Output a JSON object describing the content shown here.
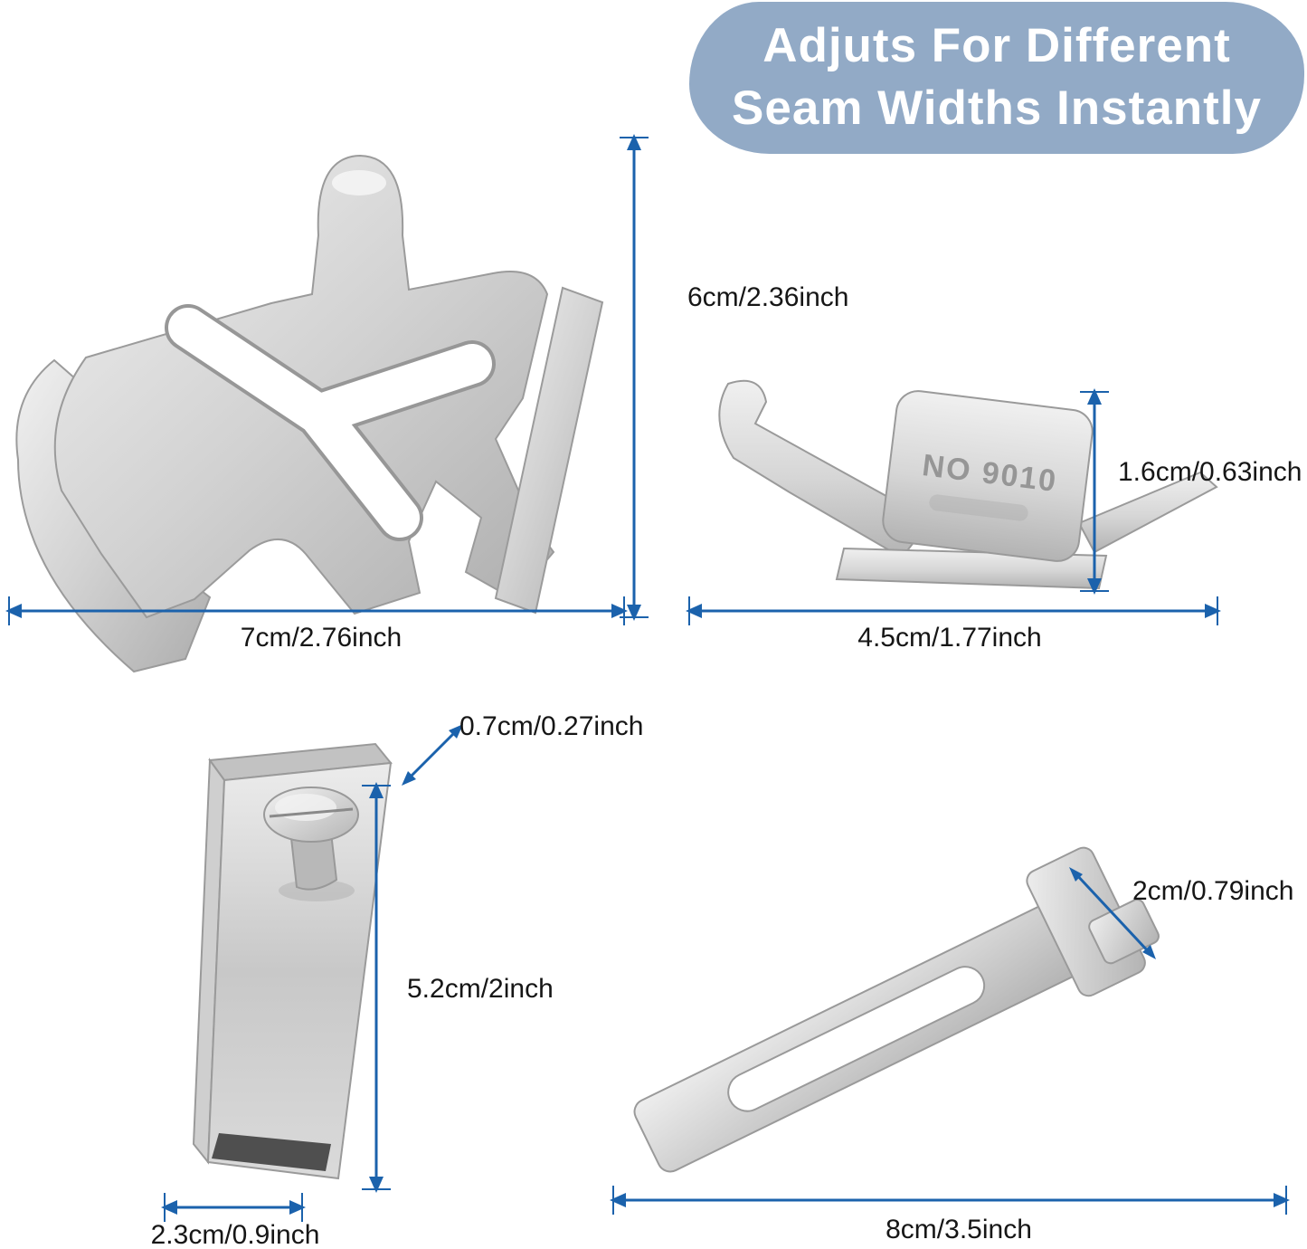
{
  "banner": {
    "line1": "Adjuts For Different",
    "line2": "Seam Widths Instantly",
    "bg_color": "#92aac6",
    "text_color": "#ffffff"
  },
  "colors": {
    "dimension_blue": "#1b62ac",
    "label_text": "#161616",
    "metal_light": "#efefef",
    "metal_dark": "#b0b0b0"
  },
  "parts": {
    "presser_foot": {
      "engraving_line1": "NO 9010"
    }
  },
  "annotations": {
    "gauge_height": "6cm/2.36inch",
    "gauge_width": "7cm/2.76inch",
    "foot_height": "1.6cm/0.63inch",
    "foot_width": "4.5cm/1.77inch",
    "plate_thickness": "0.7cm/0.27inch",
    "plate_height": "5.2cm/2inch",
    "plate_width": "2.3cm/0.9inch",
    "bar_width": "2cm/0.79inch",
    "bar_length": "8cm/3.5inch"
  }
}
